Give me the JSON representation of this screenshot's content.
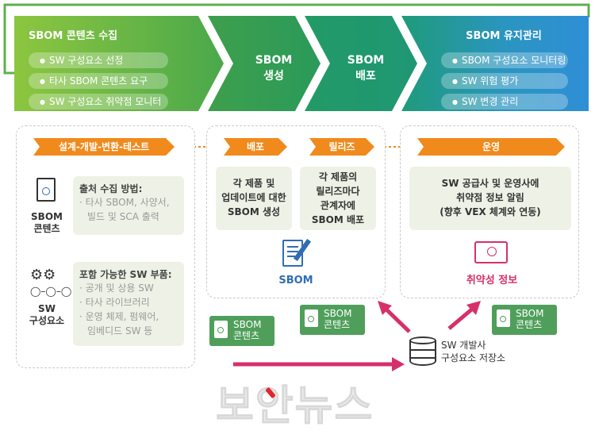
{
  "colors": {
    "green_dark": "#3e9c4a",
    "green_light": "#8cc63f",
    "teal": "#1f9b7a",
    "blue": "#2f8fd6",
    "orange": "#f08a1c",
    "magenta": "#d6306b",
    "tag_green": "#4f9f5b"
  },
  "top_flow": {
    "collect": {
      "title": "SBOM 콘텐츠 수집",
      "items": [
        "SW 구성요소 선정",
        "타사 SBOM 콘텐츠 요구",
        "SW 구성요소 취약점 모니터링"
      ]
    },
    "generate": {
      "line1": "SBOM",
      "line2": "생성"
    },
    "distribute": {
      "line1": "SBOM",
      "line2": "배포"
    },
    "maintain": {
      "title": "SBOM 유지관리",
      "items": [
        "SBOM 구성요소 모니터링",
        "SW 위험 평가",
        "SW 변경 관리"
      ]
    }
  },
  "left_panel": {
    "phase_label": "설계-개발-변환-테스트",
    "sbom_content": {
      "line1": "SBOM",
      "line2": "콘텐츠"
    },
    "source_box": {
      "title": "출처 수집 방법:",
      "lines": [
        "· 타사 SBOM, 사양서,",
        "빌드 및 SCA 출력"
      ]
    },
    "sw_component": {
      "line1": "SW",
      "line2": "구성요소"
    },
    "parts_box": {
      "title": "포함 가능한 SW 부품:",
      "lines": [
        "· 공개 및 상용 SW",
        "· 타사 라이브러리",
        "· 운영 체제, 펌웨어,",
        "임베디드 SW 등"
      ]
    }
  },
  "middle_panel": {
    "phase1": "배포",
    "phase2": "릴리즈",
    "box1": [
      "각 제품 및",
      "업데이트에 대한",
      "SBOM 생성"
    ],
    "box2": [
      "각 제품의",
      "릴리즈마다",
      "관계자에",
      "SBOM 배포"
    ],
    "icon_label": "SBOM"
  },
  "right_panel": {
    "phase": "운영",
    "box": [
      "SW 공급사 및 운영사에",
      "취약점 정보 알림",
      "(향후 VEX 체계와 연동)"
    ],
    "icon_label": "취약성 정보"
  },
  "bottom": {
    "tag_left": {
      "line1": "SBOM",
      "line2": "콘텐츠"
    },
    "tag_mid": {
      "line1": "SBOM",
      "line2": "콘텐츠"
    },
    "tag_right": {
      "line1": "SBOM",
      "line2": "콘텐츠"
    },
    "repository": {
      "line1": "SW 개발사",
      "line2": "구성요소 저장소"
    }
  },
  "watermark": "보안뉴스"
}
